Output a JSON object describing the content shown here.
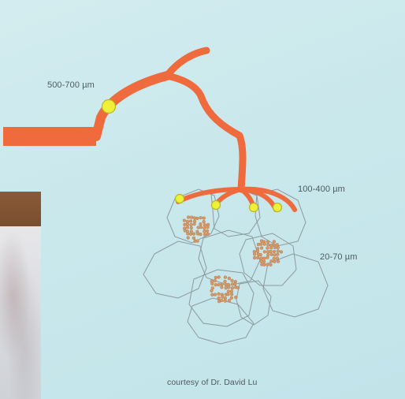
{
  "labels": {
    "artery_size": "500-700 µm",
    "arteriole_size": "100-400 µm",
    "acinus_size": "20-70 µm",
    "credit": "courtesy of Dr. David Lu"
  },
  "colors": {
    "vessel": "#ef6a3c",
    "marker_fill": "#eef03a",
    "marker_stroke": "#b8b820",
    "cell_outline": "#8c9a9e",
    "granule_fill": "#d49a6a",
    "granule_stroke": "#b87a4a",
    "background": "#c9e8ec"
  },
  "clusters": [
    {
      "name": "islet-cluster-top-left"
    },
    {
      "name": "islet-cluster-right"
    },
    {
      "name": "islet-cluster-center"
    }
  ]
}
